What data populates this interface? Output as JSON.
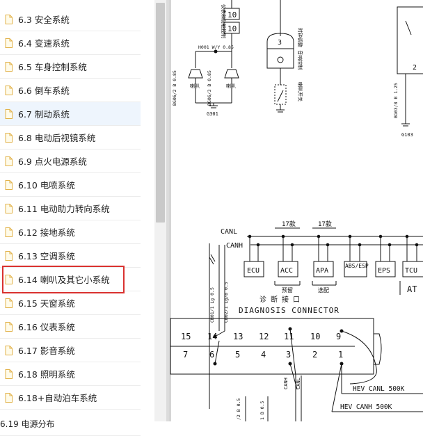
{
  "toc": [
    {
      "label": "6.3 安全系统"
    },
    {
      "label": "6.4 变速系统"
    },
    {
      "label": "6.5 车身控制系统"
    },
    {
      "label": "6.6 倒车系统"
    },
    {
      "label": "6.7 制动系统",
      "active": true
    },
    {
      "label": "6.8 电动后视镜系统"
    },
    {
      "label": "6.9 点火电源系统"
    },
    {
      "label": "6.10 电喷系统"
    },
    {
      "label": "6.11 电动助力转向系统"
    },
    {
      "label": "6.12 接地系统"
    },
    {
      "label": "6.13 空调系统"
    },
    {
      "label": "6.14 喇叭及其它小系统",
      "highlighted": true
    },
    {
      "label": "6.15 天窗系统"
    },
    {
      "label": "6.16 仪表系统"
    },
    {
      "label": "6.17 影音系统"
    },
    {
      "label": "6.18 照明系统"
    },
    {
      "label": "6.18+自动泊车系统"
    },
    {
      "label": "6.19 电源分布"
    }
  ],
  "schematic": {
    "fuse_top": "10",
    "fuse_bottom": "10",
    "switch_num": "3",
    "right_num": "2",
    "wire_h001": "H001 W/Y 0.85",
    "horn_label": "喇叭",
    "horn_left_wire": "BG06/2 B 0.85",
    "horn_right_wire": "BG06/3 B 0.85",
    "ground_g301": "G301",
    "panel_text": "仪表和前舱控制",
    "clock_text": "时钟调整 音响控制",
    "horn_switch": "喇叭开关",
    "right_wire": "BG03/8 B 1.25",
    "ground_g103": "G103",
    "canl": "CANL",
    "canh": "CANH",
    "variant_17a": "17款",
    "variant_17b": "17款",
    "modules": [
      "ECU",
      "ACC",
      "APA",
      "ABS/ESP",
      "EPS",
      "TCU"
    ],
    "reserved": "预留",
    "optional": "选配",
    "at_label": "AT",
    "diag_cn": "诊 断 接 口",
    "diag_en": "DIAGNOSIS CONNECTOR",
    "pins_top": [
      "15",
      "14",
      "13",
      "12",
      "11",
      "10",
      "9"
    ],
    "pins_bottom": [
      "7",
      "6",
      "5",
      "4",
      "3",
      "2",
      "1"
    ],
    "wire_cn01": "CN01/1 Lg 0.5",
    "wire_cn02": "CN02/1 Lg/B 0.5",
    "wire_canh": "CANH",
    "wire_canl": "CANL",
    "hev_canl": "HEV CANL 500K",
    "hev_canh": "HEV CANH 500K",
    "bottom_w1": "/2 B 0.5",
    "bottom_w2": "1 B 0.5"
  }
}
